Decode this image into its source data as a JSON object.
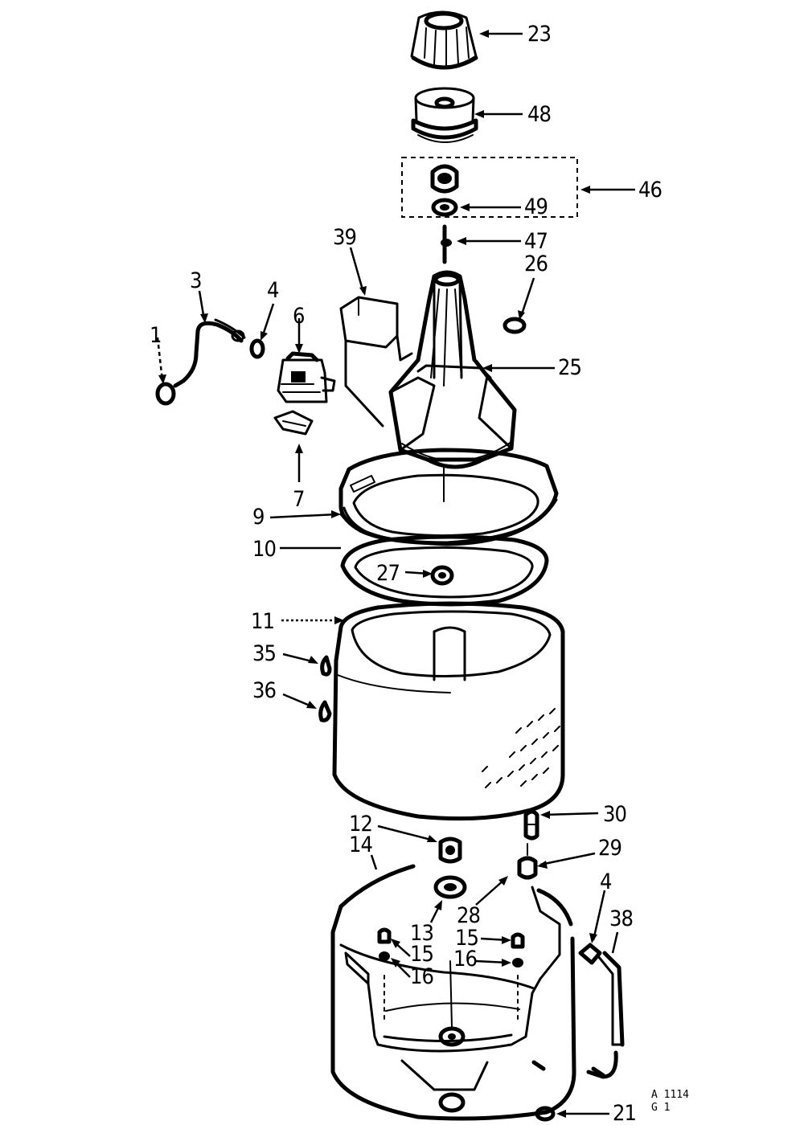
{
  "labels": {
    "p1": "1",
    "p3": "3",
    "p4a": "4",
    "p4b": "4",
    "p6": "6",
    "p7": "7",
    "p9": "9",
    "p10": "10",
    "p11": "11",
    "p12": "12",
    "p13": "13",
    "p14": "14",
    "p15a": "15",
    "p15b": "15",
    "p16a": "16",
    "p16b": "16",
    "p21": "21",
    "p23": "23",
    "p25": "25",
    "p26": "26",
    "p27": "27",
    "p28": "28",
    "p29": "29",
    "p30": "30",
    "p35": "35",
    "p36": "36",
    "p38": "38",
    "p39": "39",
    "p46": "46",
    "p47": "47",
    "p48": "48",
    "p49": "49"
  },
  "code": {
    "line1": "A 1114",
    "line2": "G 1"
  }
}
